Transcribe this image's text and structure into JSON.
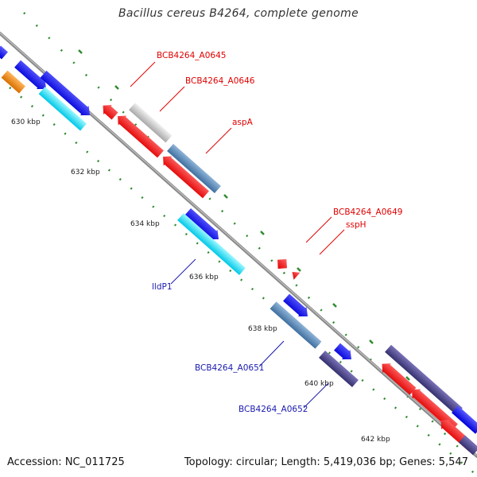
{
  "header": {
    "title": "Bacillus cereus B4264, complete genome"
  },
  "footer": {
    "accession": "Accession: NC_011725",
    "summary": "Topology: circular; Length: 5,419,036 bp; Genes: 5,547"
  },
  "colors": {
    "backbone": "#8a8a8a",
    "tick": "#2e8b2e",
    "forward_gene": "#1a1aff",
    "reverse_gene": "#ff1a1a",
    "label_red": "#e00000",
    "label_blue": "#1a1ab0"
  },
  "map": {
    "ticks": [
      {
        "label": "630 kbp"
      },
      {
        "label": "632 kbp"
      },
      {
        "label": "634 kbp"
      },
      {
        "label": "636 kbp"
      },
      {
        "label": "638 kbp"
      },
      {
        "label": "640 kbp"
      },
      {
        "label": "642 kbp"
      }
    ],
    "gene_labels": [
      {
        "text": "BCB4264_A0645",
        "strand": "reverse"
      },
      {
        "text": "BCB4264_A0646",
        "strand": "reverse"
      },
      {
        "text": "aspA",
        "strand": "reverse"
      },
      {
        "text": "BCB4264_A0649",
        "strand": "reverse"
      },
      {
        "text": "sspH",
        "strand": "reverse"
      },
      {
        "text": "lldP1",
        "strand": "forward"
      },
      {
        "text": "BCB4264_A0651",
        "strand": "forward"
      },
      {
        "text": "BCB4264_A0652",
        "strand": "forward"
      }
    ]
  }
}
